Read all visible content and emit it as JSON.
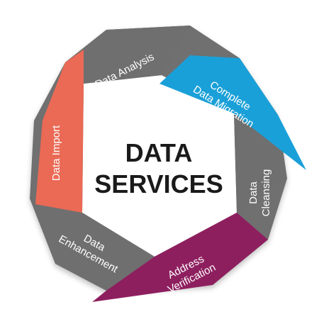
{
  "center": {
    "line1": "DATA",
    "line2": "SERVICES"
  },
  "segments": [
    {
      "id": "data-analysis",
      "lines": [
        "Data Analysis"
      ],
      "color": "#6f6f6f"
    },
    {
      "id": "complete-data-migration",
      "lines": [
        "Complete",
        "Data Migration"
      ],
      "color": "#1aa0d8"
    },
    {
      "id": "data-cleansing",
      "lines": [
        "Data",
        "Cleansing"
      ],
      "color": "#6f6f6f"
    },
    {
      "id": "address-verification",
      "lines": [
        "Address",
        "Verification"
      ],
      "color": "#8e1f5f"
    },
    {
      "id": "data-enhancement",
      "lines": [
        "Data",
        "Enhancement"
      ],
      "color": "#6f6f6f"
    },
    {
      "id": "data-import",
      "lines": [
        "Data Import"
      ],
      "color": "#ea6a55"
    }
  ]
}
